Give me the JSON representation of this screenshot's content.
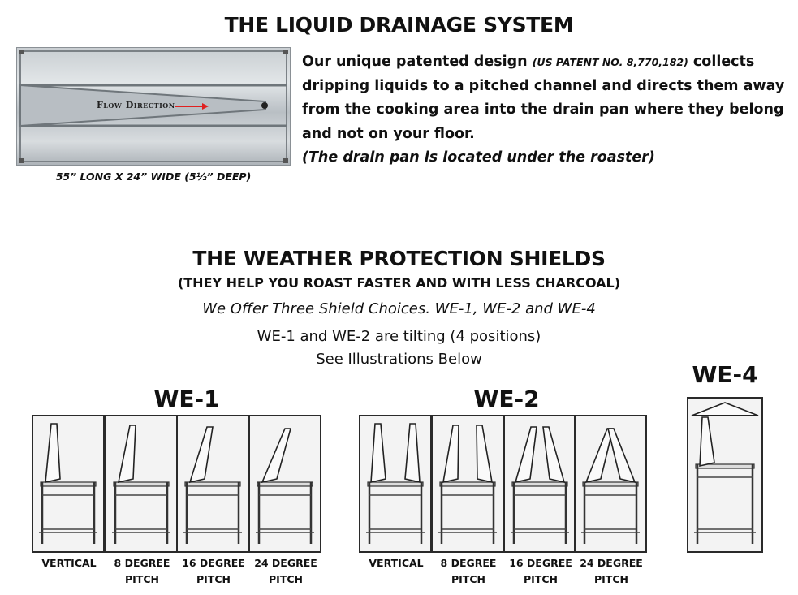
{
  "drainage": {
    "title": "THE LIQUID DRAINAGE SYSTEM",
    "flow_label": "Flow Direction",
    "caption": "55” LONG X 24” WIDE (5½” DEEP)",
    "desc_part1": "Our unique patented design ",
    "patent": "(US PATENT NO. 8,770,182)",
    "desc_part2": " collects dripping liquids to a pitched channel and directs them away from the cooking area into the drain pan where they belong and not on your floor.",
    "note": "(The drain pan is located under the roaster)"
  },
  "shields": {
    "title": "THE WEATHER PROTECTION SHIELDS",
    "subtitle": "(THEY HELP YOU ROAST FASTER AND WITH LESS CHARCOAL)",
    "choices": "We Offer Three Shield Choices. WE-1, WE-2 and WE-4",
    "tilting": "WE-1 and WE-2 are tilting (4 positions)",
    "see": "See Illustrations Below"
  },
  "groups": {
    "we1": {
      "label": "WE-1",
      "captions": [
        {
          "line1": "VERTICAL",
          "line2": ""
        },
        {
          "line1": "8 DEGREE",
          "line2": "PITCH"
        },
        {
          "line1": "16 DEGREE",
          "line2": "PITCH"
        },
        {
          "line1": "24 DEGREE",
          "line2": "PITCH"
        }
      ]
    },
    "we2": {
      "label": "WE-2",
      "captions": [
        {
          "line1": "VERTICAL",
          "line2": ""
        },
        {
          "line1": "8 DEGREE",
          "line2": "PITCH"
        },
        {
          "line1": "16 DEGREE",
          "line2": "PITCH"
        },
        {
          "line1": "24 DEGREE",
          "line2": "PITCH"
        }
      ]
    },
    "we4": {
      "label": "WE-4"
    }
  },
  "colors": {
    "flow_arrow": "#e02020",
    "frame": "#2a2a2a",
    "panel_bg": "#f3f3f3"
  }
}
